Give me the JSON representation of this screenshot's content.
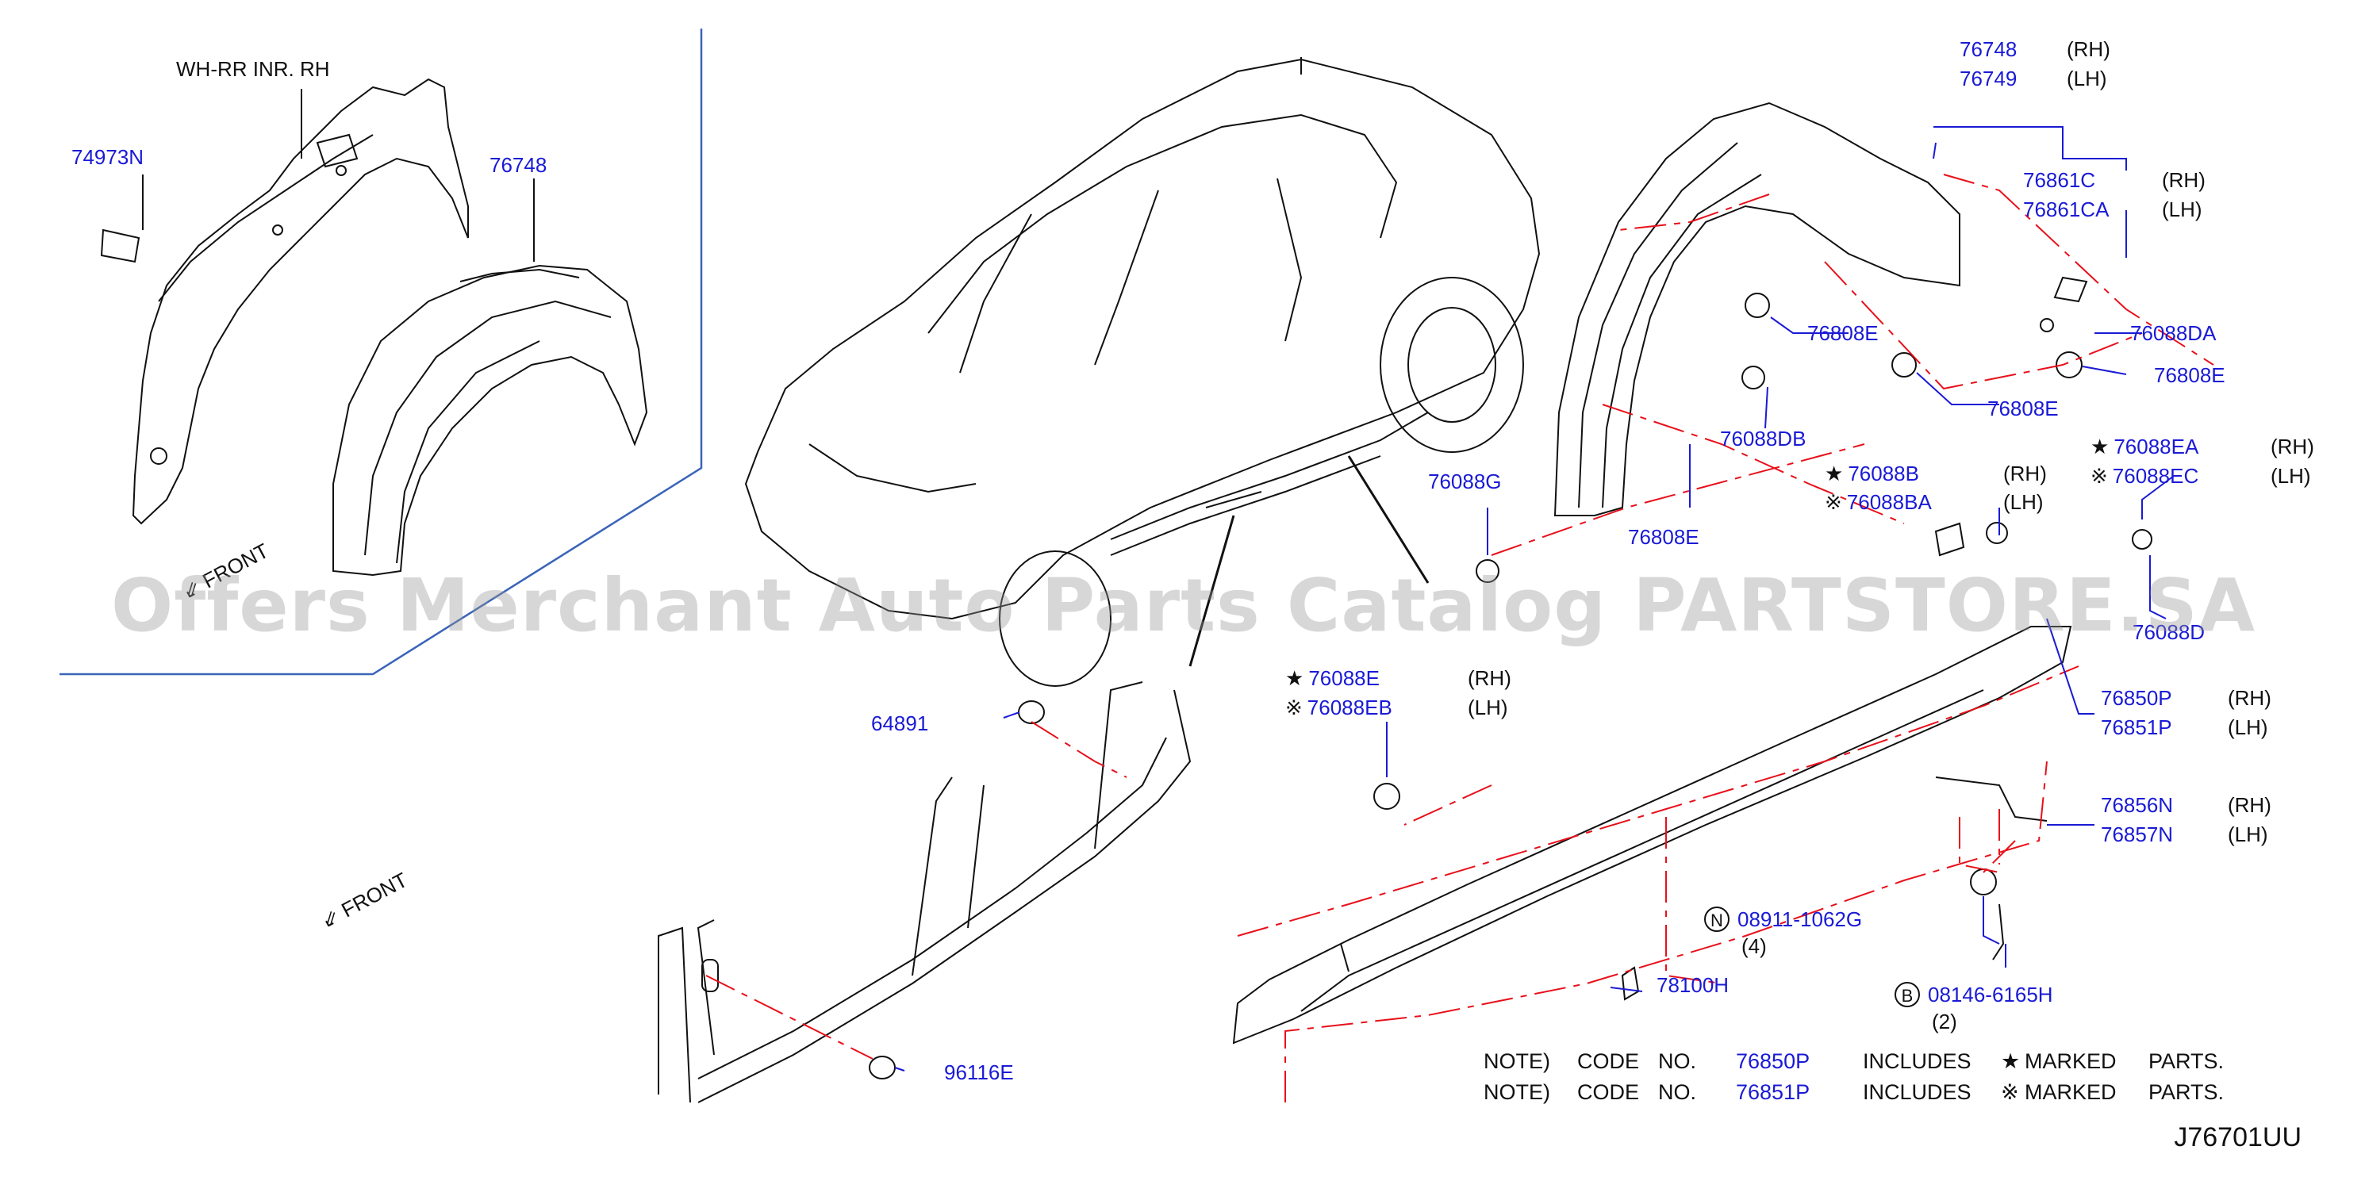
{
  "diagram_code": "J76701UU",
  "watermark": "Offers Merchant Auto Parts Catalog PARTSTORE.SA",
  "front_label": "FRONT",
  "assembly_label": "WH-RR   INR.   RH",
  "side": {
    "rh": "(RH)",
    "lh": "(LH)"
  },
  "parts": {
    "p74973N": "74973N",
    "p76748_left": "76748",
    "p76748": "76748",
    "p76749": "76749",
    "p76861C": "76861C",
    "p76861CA": "76861CA",
    "p76808E_a": "76808E",
    "p76088DA": "76088DA",
    "p76808E_b": "76808E",
    "p76808E_c": "76808E",
    "p76088DB": "76088DB",
    "p76088G": "76088G",
    "p76808E_d": "76808E",
    "p76088B": "76088B",
    "p76088BA": "76088BA",
    "p76088EA": "76088EA",
    "p76088EC": "76088EC",
    "p76088D": "76088D",
    "p76088E": "76088E",
    "p76088EB": "76088EB",
    "p64891": "64891",
    "p76850P": "76850P",
    "p76851P": "76851P",
    "p76856N": "76856N",
    "p76857N": "76857N",
    "p08911": "08911-1062G",
    "p08911_qty": "(4)",
    "p08911_prefix": "N",
    "p78100H": "78100H",
    "p08146": "08146-6165H",
    "p08146_qty": "(2)",
    "p08146_prefix": "B",
    "p96116E": "96116E"
  },
  "marks": {
    "star": "★",
    "ref": "※"
  },
  "notes": [
    {
      "note": "NOTE)",
      "code": "CODE",
      "no": "NO.",
      "part": "76850P",
      "includes": "INCLUDES",
      "mark": "★",
      "marked": "MARKED",
      "parts": "PARTS."
    },
    {
      "note": "NOTE)",
      "code": "CODE",
      "no": "NO.",
      "part": "76851P",
      "includes": "INCLUDES",
      "mark": "※",
      "marked": "MARKED",
      "parts": "PARTS."
    }
  ],
  "colors": {
    "part_number": "#1a1ad6",
    "leader_red": "#e8101a",
    "line": "#111111"
  }
}
